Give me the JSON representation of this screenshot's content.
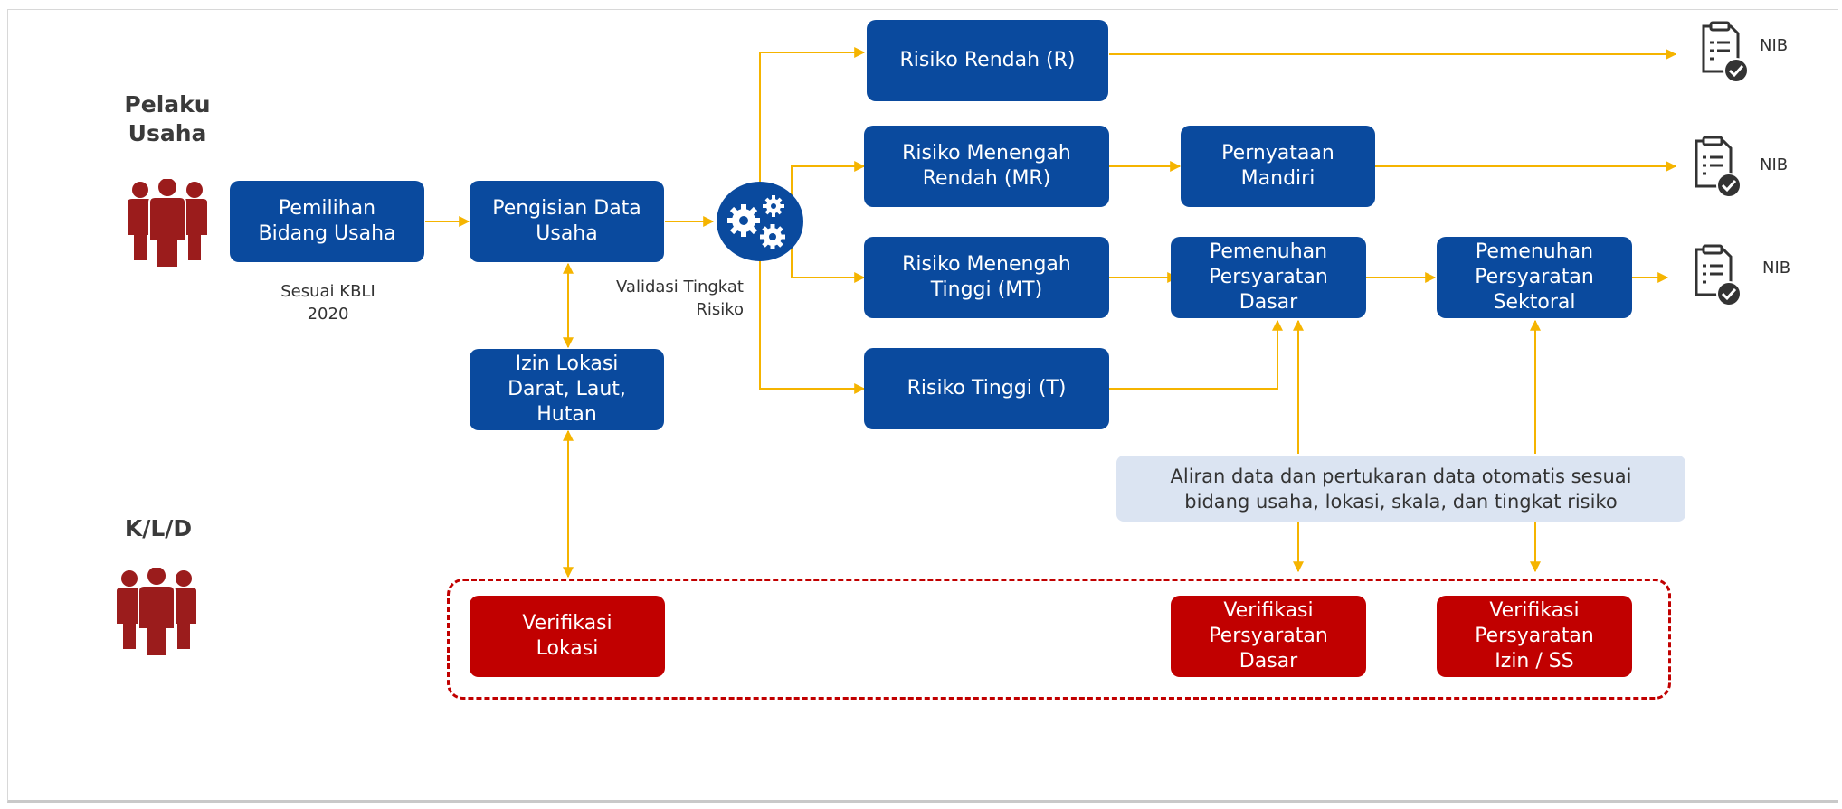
{
  "actors": {
    "business": "Pelaku\nUsaha",
    "government": "K/L/D"
  },
  "steps": {
    "pemilihan": "Pemilihan\nBidang Usaha",
    "pengisian": "Pengisian Data\nUsaha",
    "izin_lokasi": "Izin Lokasi\nDarat, Laut,\nHutan"
  },
  "captions": {
    "kbli": "Sesuai KBLI\n2020",
    "validasi": "Validasi Tingkat\nRisiko"
  },
  "risk_levels": {
    "rendah": "Risiko Rendah (R)",
    "menengah_rendah": "Risiko Menengah\nRendah (MR)",
    "menengah_tinggi": "Risiko Menengah\nTinggi (MT)",
    "tinggi": "Risiko Tinggi (T)"
  },
  "requirements": {
    "pernyataan": "Pernyataan\nMandiri",
    "dasar": "Pemenuhan\nPersyaratan\nDasar",
    "sektoral": "Pemenuhan\nPersyaratan\nSektoral"
  },
  "outputs": {
    "nib_1": "NIB",
    "nib_2": "NIB",
    "nib_3": "NIB"
  },
  "note": "Aliran data dan pertukaran data otomatis sesuai\nbidang usaha, lokasi, skala, dan tingkat risiko",
  "verification": {
    "lokasi": "Verifikasi\nLokasi",
    "dasar": "Verifikasi\nPersyaratan\nDasar",
    "izin": "Verifikasi\nPersyaratan\nIzin / SS"
  },
  "colors": {
    "blue_box": "#0a4a9e",
    "red_box": "#c10000",
    "arrow": "#f5b400",
    "people_icon": "#9b1c1c",
    "note_bg": "#dbe4f2"
  },
  "icons": {
    "people": "group-of-people-icon",
    "gears": "gears-icon",
    "document": "checked-document-icon"
  }
}
